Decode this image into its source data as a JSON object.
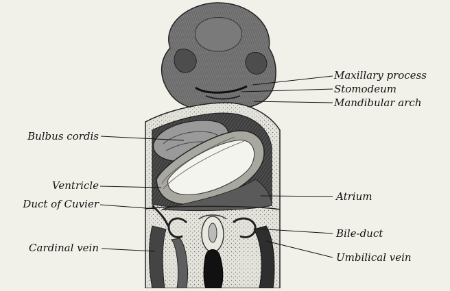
{
  "figure": {
    "labels": {
      "maxillary_process": "Maxillary process",
      "stomodeum": "Stomodeum",
      "mandibular_arch": "Mandibular arch",
      "bulbus_cordis": "Bulbus cordis",
      "ventricle": "Ventricle",
      "duct_of_cuvier": "Duct of Cuvier",
      "cardinal_vein": "Cardinal vein",
      "atrium": "Atrium",
      "bile_duct": "Bile-duct",
      "umbilical_vein": "Umbilical vein"
    },
    "colors": {
      "background": "#f1f1ea",
      "ink": "#111111",
      "tissue_dark": "#555555",
      "tissue_mid": "#8a8a8a",
      "heart_light": "#e8e8e0",
      "stipple": "#d8d8cf"
    }
  }
}
